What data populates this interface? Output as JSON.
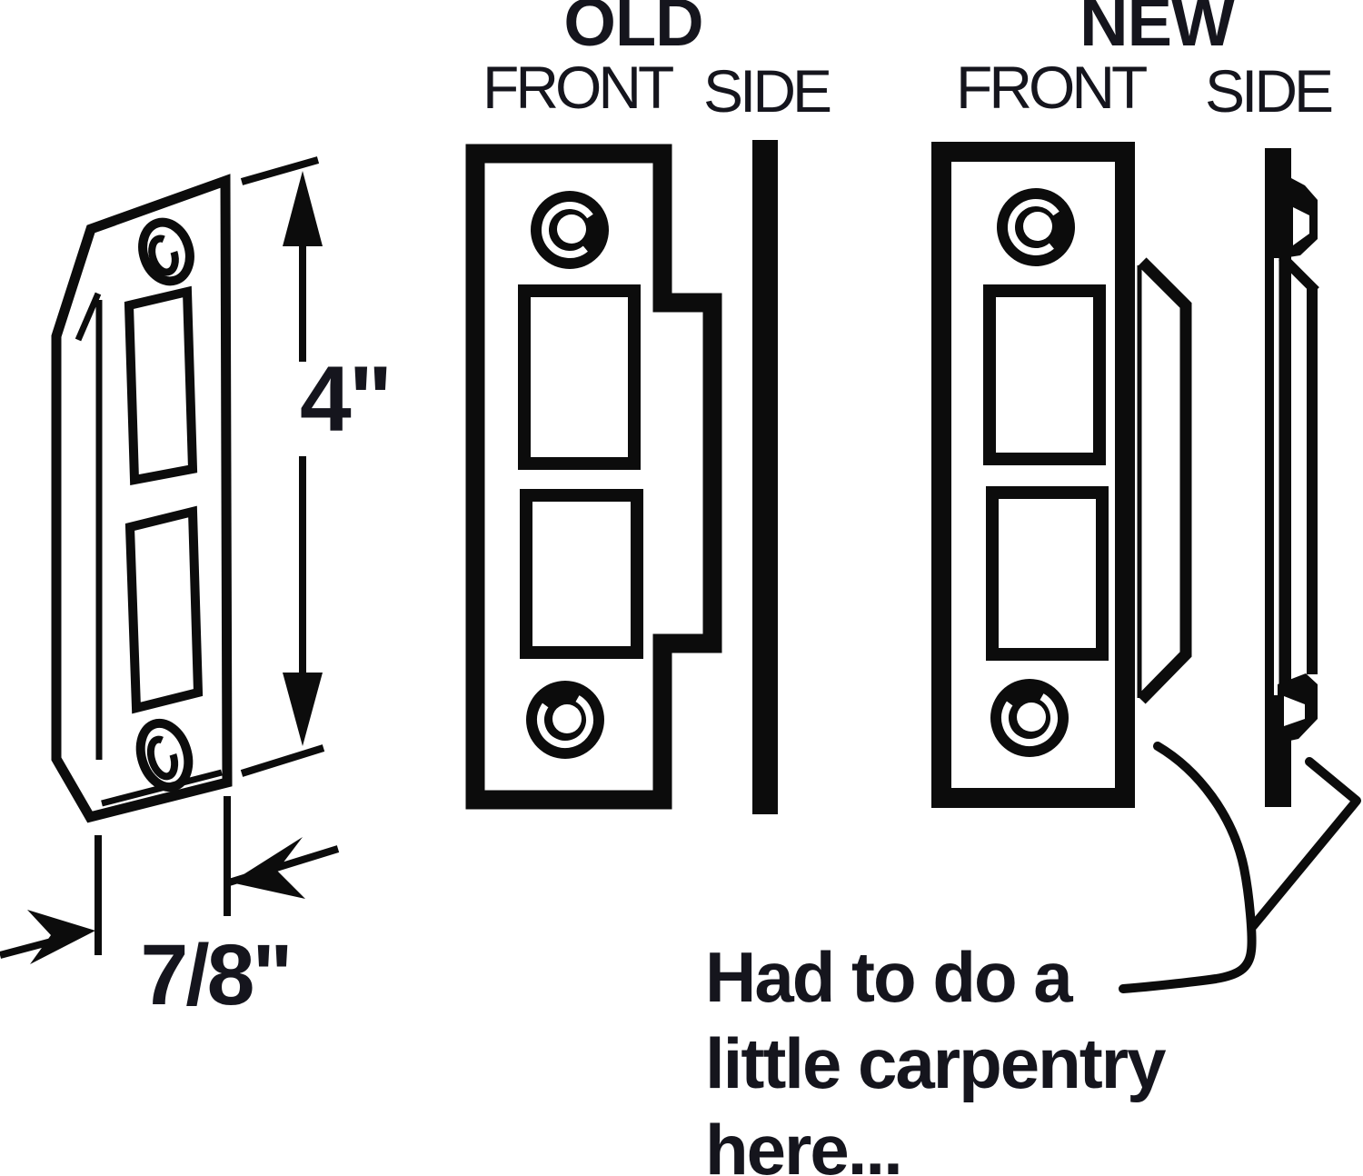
{
  "colors": {
    "ink": "#0c0c0c",
    "text_ink": "#15151d",
    "background": "#ffffff"
  },
  "sections": {
    "old": {
      "heading": "OLD",
      "front_label": "FRONT",
      "side_label": "SIDE"
    },
    "new": {
      "heading": "NEW",
      "front_label": "FRONT",
      "side_label": "SIDE"
    }
  },
  "dimension_drawing": {
    "height_label": "4\"",
    "width_label": "7/8\""
  },
  "caption": {
    "line1": "Had to do a",
    "line2": "little carpentry",
    "line3": "here..."
  }
}
